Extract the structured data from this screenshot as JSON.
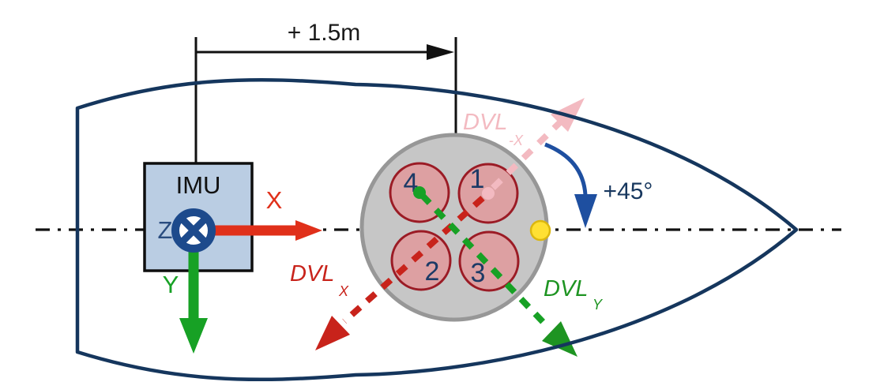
{
  "dimension": {
    "label": "+ 1.5m"
  },
  "rotation": {
    "label": "+45°"
  },
  "imu": {
    "label": "IMU",
    "axis_x": "X",
    "axis_y": "Y",
    "axis_z": "Z"
  },
  "dvl": {
    "transducers": {
      "top_left": "4",
      "top_right": "1",
      "bottom_left": "2",
      "bottom_right": "3"
    },
    "axis_x": {
      "base": "DVL",
      "sub": "X"
    },
    "axis_y": {
      "base": "DVL",
      "sub": "Y"
    },
    "axis_neg_x": {
      "base": "DVL",
      "sub": "-X"
    }
  },
  "colors": {
    "hull_navy": "#15365d",
    "centerline_black": "#111111",
    "imu_box_fill": "#bacde3",
    "axis_x_red": "#e0301a",
    "axis_y_green": "#17a125",
    "axis_z_blue": "#1d4a8c",
    "dvl_x_red": "#c8231b",
    "dvl_y_green": "#1e9422",
    "dvl_neg_x_pink": "#f3bac1",
    "rotation_arrow_blue": "#1e4fa0",
    "dvl_housing_gray": "#c6c6c6",
    "dvl_housing_stroke": "#979797",
    "transducer_fill": "#dda0a2",
    "transducer_stroke": "#9b1b25",
    "marker_yellow": "#ffe033",
    "marker_yellow_stroke": "#dcb70f"
  }
}
